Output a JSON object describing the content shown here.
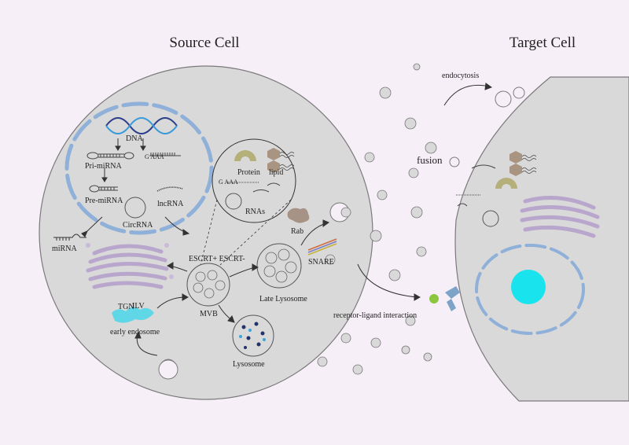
{
  "titles": {
    "source": "Source Cell",
    "target": "Target Cell"
  },
  "labels": {
    "dna": "DNA",
    "dna_seq": "G AAA",
    "pri_mirna": "Pri-miRNA",
    "pre_mirna": "Pre-miRNA",
    "circrna": "CircRNA",
    "lncrna": "lncRNA",
    "mirna": "miRNA",
    "protein": "Protein",
    "lipid": "lipid",
    "rnas": "RNAs",
    "rnas_seq": "G AAA",
    "rab": "Rab",
    "escrt": "ESCRT+ ESCRT-",
    "snare": "SNARE",
    "late_lysosome": "Late Lysosome",
    "tgn": "TGN",
    "ilv": "ILV",
    "mvb": "MVB",
    "early_endosome": "early endosome",
    "lysosome": "Lysosome",
    "endocytosis": "endocytosis",
    "fusion": "fusion",
    "receptor_ligand": "receptor-ligand interaction"
  },
  "colors": {
    "background": "#f7eff7",
    "cell_fill": "#d9d9d9",
    "cell_stroke": "#7a7a7a",
    "nucleus_dash": "#8fb0d8",
    "golgi": "#b9a6cc",
    "endosome": "#5fd7e6",
    "protein": "#b5b07a",
    "lipid": "#a89480",
    "rab": "#a79385",
    "target_nucleolus": "#19e3ec",
    "ligand": "#8cc63f",
    "receptor": "#7ea3c8",
    "lysosome_dots": "#22336b"
  }
}
